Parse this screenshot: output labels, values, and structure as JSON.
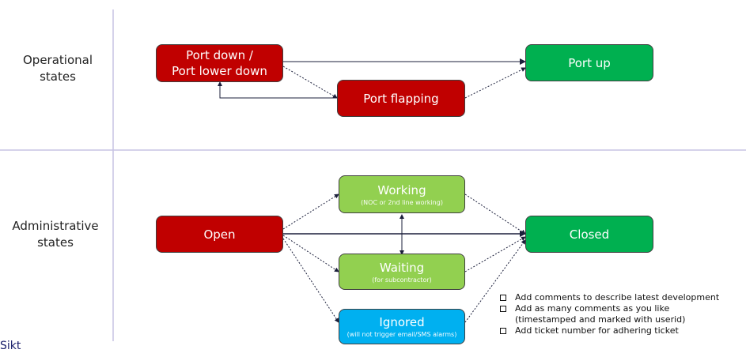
{
  "row_labels": {
    "operational": [
      "Operational",
      "states"
    ],
    "administrative": [
      "Administrative",
      "states"
    ]
  },
  "operational": {
    "port_down": [
      "Port down /",
      "Port lower down"
    ],
    "port_flapping": "Port flapping",
    "port_up": "Port up"
  },
  "administrative": {
    "open": "Open",
    "working": {
      "title": "Working",
      "subtitle": "(NOC or 2nd line working)"
    },
    "waiting": {
      "title": "Waiting",
      "subtitle": "(for subcontractor)"
    },
    "ignored": {
      "title": "Ignored",
      "subtitle": "(will not trigger email/SMS alarms)"
    },
    "closed": "Closed"
  },
  "notes": [
    "Add comments to describe latest development",
    "Add as many comments as you like",
    "(timestamped and marked with userid)",
    "Add ticket number for adhering ticket"
  ],
  "logo": "Sikt",
  "colors": {
    "red": "#c00000",
    "green": "#00b050",
    "light_green": "#92d050",
    "blue": "#00b0f0",
    "divider": "#c7c3e4"
  }
}
